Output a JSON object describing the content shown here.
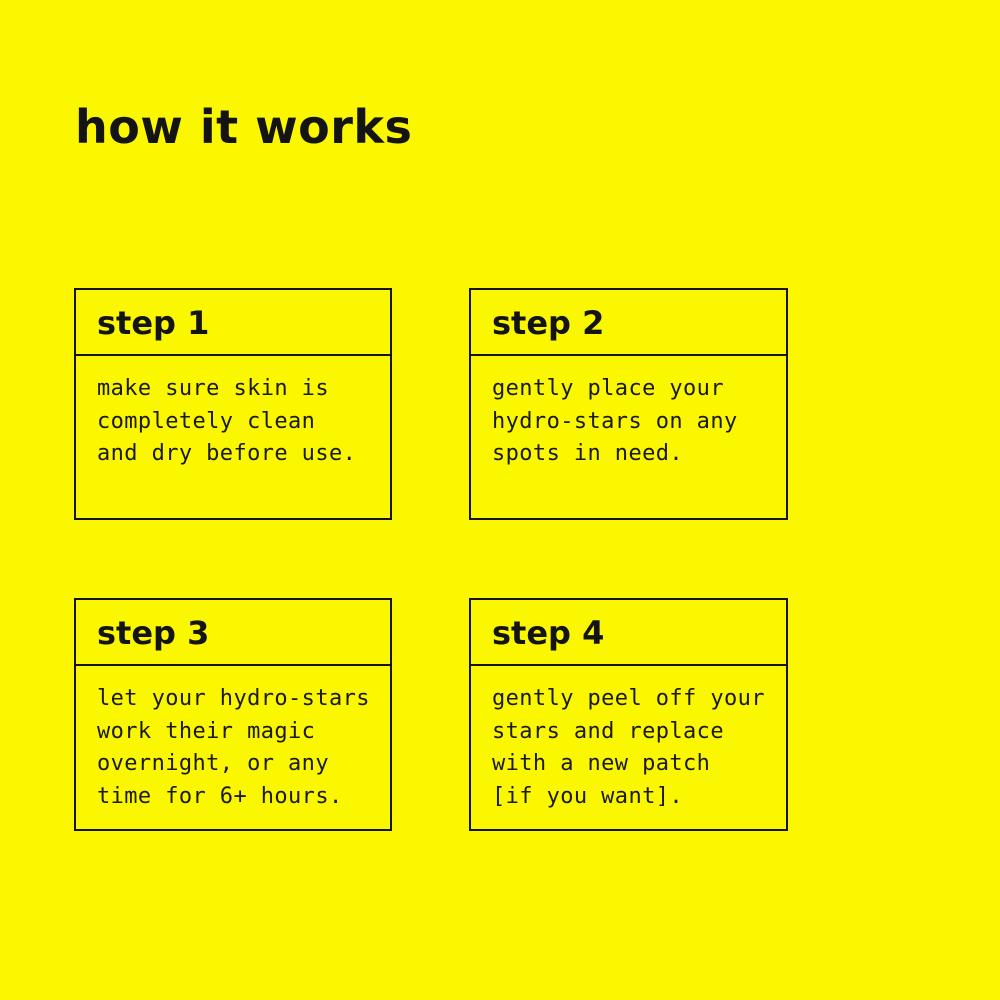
{
  "page": {
    "background_color": "#FAF700",
    "text_color": "#141414",
    "border_color": "#141414"
  },
  "header": {
    "title": "how it works"
  },
  "steps": [
    {
      "label": "step 1",
      "description": "make sure skin is\ncompletely clean\nand dry before use."
    },
    {
      "label": "step 2",
      "description": "gently place your\nhydro-stars on any\nspots in need."
    },
    {
      "label": "step 3",
      "description": "let your hydro-stars\nwork their magic\novernight, or any\ntime for 6+ hours."
    },
    {
      "label": "step 4",
      "description": "gently peel off your\nstars and replace\nwith a new patch\n[if you want]."
    }
  ]
}
